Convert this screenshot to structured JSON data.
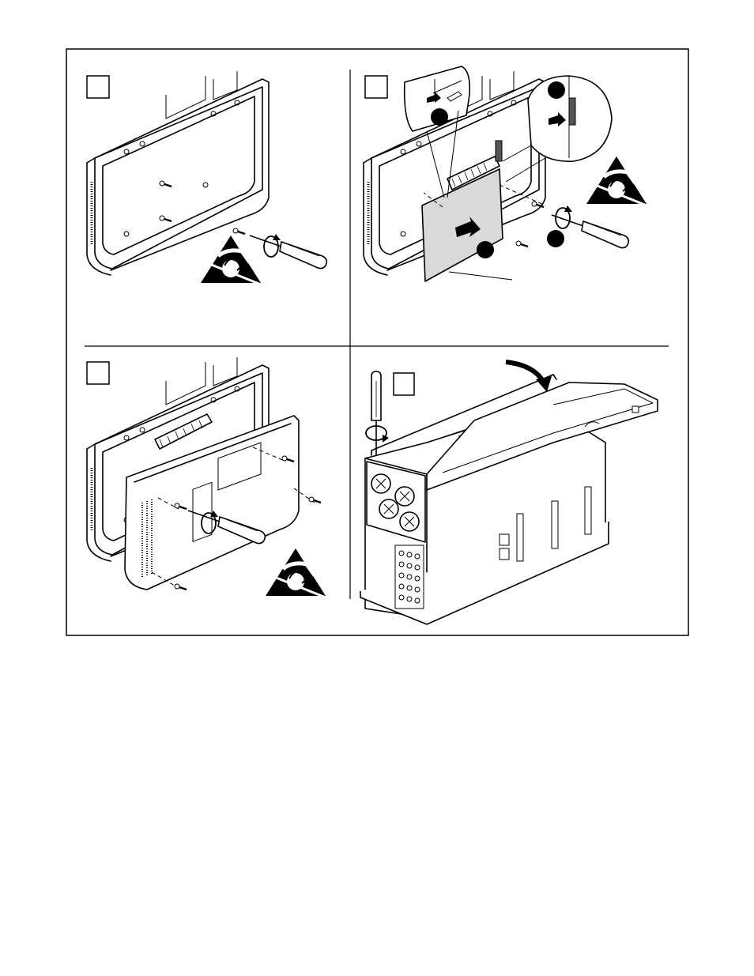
{
  "figure": {
    "panels": [
      {
        "id": "panel-1",
        "step_box": "",
        "esd_warning": true
      },
      {
        "id": "panel-2",
        "step_box": "",
        "esd_warning": true
      },
      {
        "id": "panel-3",
        "step_box": "",
        "esd_warning": true
      },
      {
        "id": "panel-4",
        "step_box": "",
        "esd_warning": false
      }
    ],
    "icons": [
      "esd-warning-icon",
      "screwdriver-icon",
      "rotate-arrow-icon",
      "push-arrow-icon",
      "screw-icon"
    ]
  }
}
